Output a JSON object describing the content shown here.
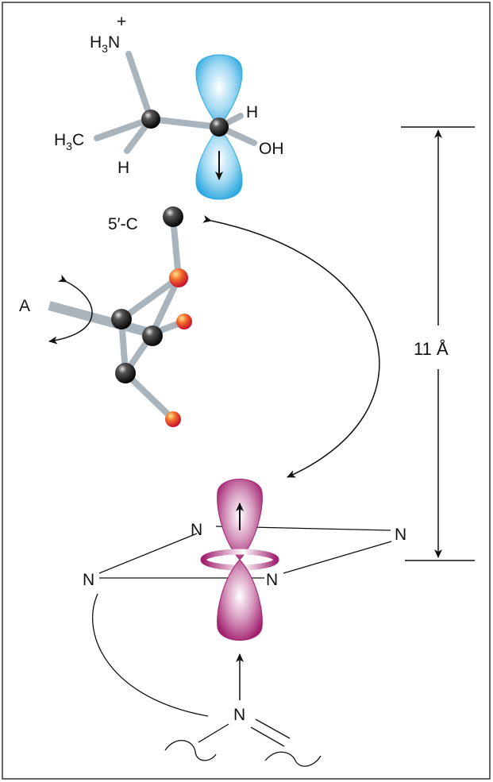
{
  "labels": {
    "h3n": "H",
    "h3n_sub": "3",
    "h3n_n": "N",
    "charge": "+",
    "h3c": "H",
    "h3c_sub": "3",
    "h3c_c": "C",
    "h_left": "H",
    "h_right": "H",
    "oh": "OH",
    "five_c": "5′-C",
    "a": "A",
    "distance": "11 Å",
    "n1": "N",
    "n2": "N",
    "n3": "N",
    "n4": "N",
    "n5": "N"
  },
  "colors": {
    "bond": "#a9b4bd",
    "atom_carbon": "#2a2a2a",
    "atom_oxygen": "#e0402a",
    "orbital_blue": "#2aa7df",
    "orbital_magenta": "#a1216f",
    "frame": "#333333"
  }
}
